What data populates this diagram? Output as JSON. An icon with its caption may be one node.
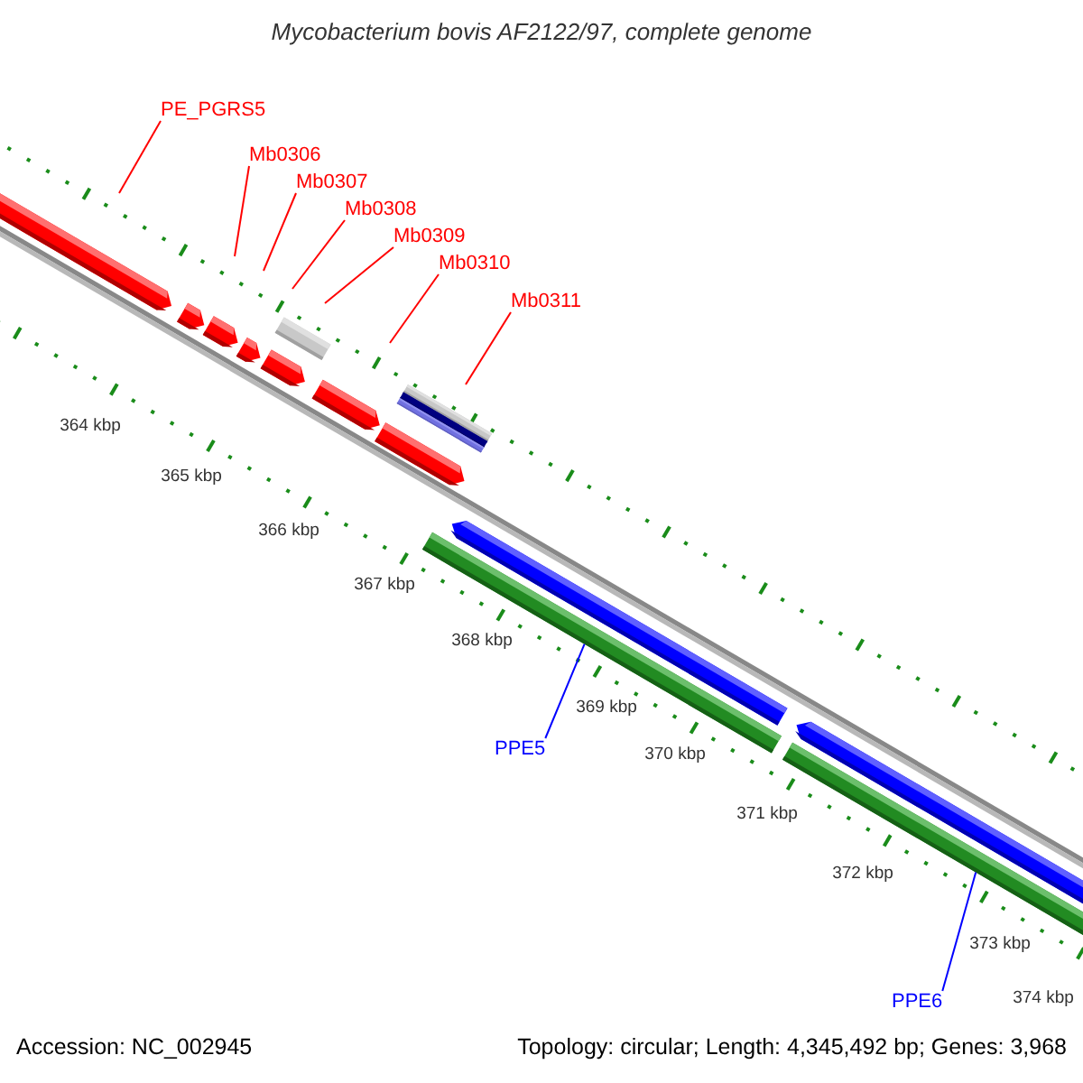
{
  "diagram": {
    "title": "Mycobacterium bovis AF2122/97, complete genome",
    "nodes": [
      {
        "text": [
          "PE_PGRS5"
        ]
      },
      {
        "text": [
          "Mb0306"
        ]
      },
      {
        "text": [
          "Mb0307"
        ]
      },
      {
        "text": [
          "Mb0308"
        ]
      },
      {
        "text": [
          "Mb0309"
        ]
      },
      {
        "text": [
          "Mb0310"
        ]
      },
      {
        "text": [
          "Mb0311"
        ]
      },
      {
        "text": [
          "PPE5"
        ]
      },
      {
        "text": [
          "PPE6"
        ]
      },
      {
        "text": [],
        "shape": "bar"
      },
      {
        "text": [],
        "shape": "bar"
      }
    ],
    "edges": [
      {
        "from": 0,
        "to": null,
        "arrow": "none"
      },
      {
        "from": 1,
        "to": null,
        "arrow": "none"
      },
      {
        "from": 2,
        "to": null,
        "arrow": "none"
      },
      {
        "from": 3,
        "to": null,
        "arrow": "none"
      },
      {
        "from": 4,
        "to": null,
        "arrow": "none"
      },
      {
        "from": 5,
        "to": null,
        "arrow": "none"
      },
      {
        "from": 6,
        "to": null,
        "arrow": "none"
      },
      {
        "from": 7,
        "to": 9,
        "arrow": "none",
        "color": "#0000ff"
      },
      {
        "from": 8,
        "to": 10,
        "arrow": "none",
        "color": "#0000ff"
      }
    ],
    "labels": [
      "364 kbp",
      "365 kbp",
      "366 kbp",
      "367 kbp",
      "368 kbp",
      "369 kbp",
      "370 kbp",
      "371 kbp",
      "372 kbp",
      "373 kbp",
      "374 kbp",
      "Accession: NC_002945",
      "Topology: circular; Length: 4,345,492 bp; Genes: 3,968"
    ]
  }
}
